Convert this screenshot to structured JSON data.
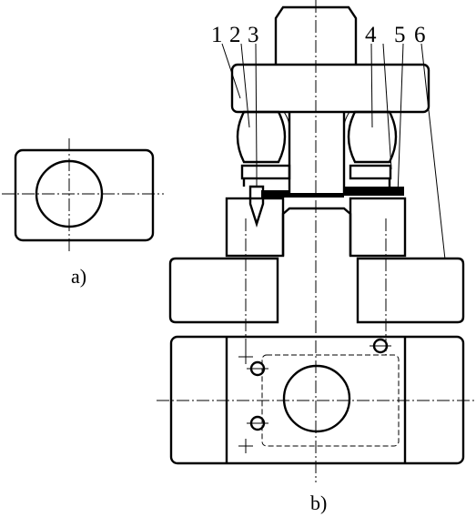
{
  "part_labels": [
    "1",
    "2",
    "3",
    "4",
    "5",
    "6"
  ],
  "captions": {
    "view_a": "a)",
    "view_b": "b)"
  }
}
